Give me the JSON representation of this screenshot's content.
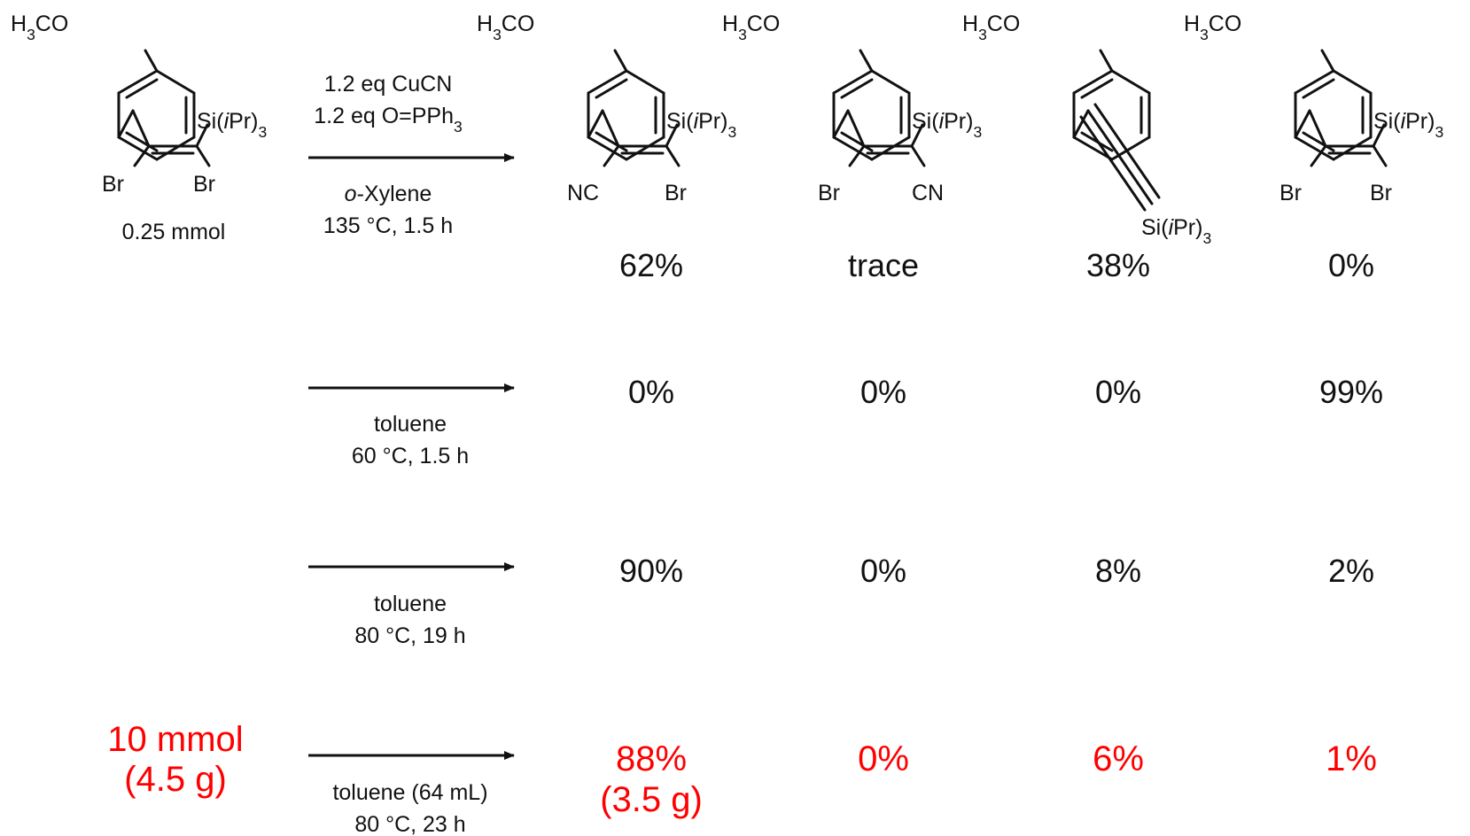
{
  "colors": {
    "ink": "#111111",
    "highlight": "#ff0000"
  },
  "labels": {
    "methoxy": "H3CO",
    "tips": "Si(iPr)3",
    "br": "Br",
    "nc": "NC",
    "cn": "CN"
  },
  "starting_material": {
    "amount": "0.25 mmol"
  },
  "reagents": {
    "line1": "1.2 eq CuCN",
    "line2": "1.2 eq O=PPh3"
  },
  "conditions": [
    {
      "solvent_prefix": "o",
      "solvent": "-Xylene",
      "temp": "135 °C, 1.5 h"
    },
    {
      "solvent": "toluene",
      "temp": "60 °C, 1.5 h"
    },
    {
      "solvent": "toluene",
      "temp": "80 °C, 19 h"
    },
    {
      "solvent": "toluene (64 mL)",
      "temp": "80 °C, 23 h"
    }
  ],
  "scale_up": {
    "amount": "10 mmol",
    "mass": "(4.5 g)"
  },
  "yields": [
    [
      "62%",
      "trace",
      "38%",
      "0%"
    ],
    [
      "0%",
      "0%",
      "0%",
      "99%"
    ],
    [
      "90%",
      "0%",
      "8%",
      "2%"
    ],
    [
      "88%",
      "0%",
      "6%",
      "1%"
    ]
  ],
  "scale_up_product_mass": "(3.5 g)"
}
